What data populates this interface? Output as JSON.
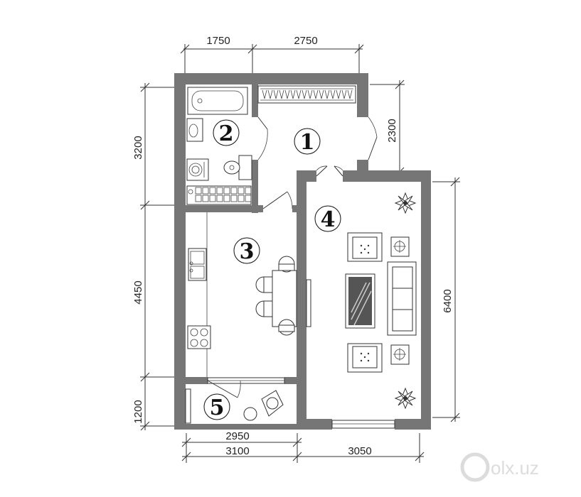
{
  "dimensions": {
    "top": [
      "1750",
      "2750"
    ],
    "left": [
      "3200",
      "4450",
      "1200"
    ],
    "right": [
      "2300",
      "6400"
    ],
    "bottom": [
      "2950",
      "3100",
      "3050"
    ]
  },
  "rooms": [
    "1",
    "2",
    "3",
    "4",
    "5"
  ],
  "watermark": "olx.uz"
}
